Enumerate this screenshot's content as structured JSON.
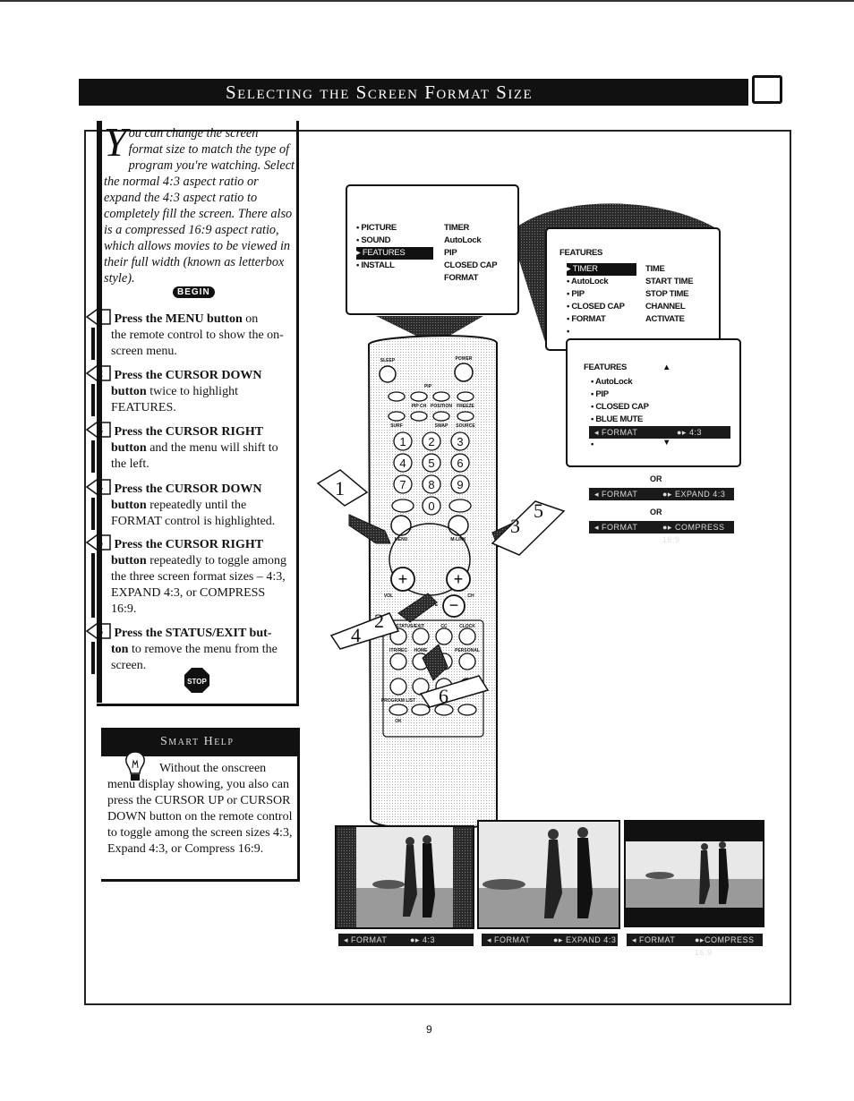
{
  "title": "Selecting the Screen Format Size",
  "intro": {
    "dropcap": "Y",
    "text": "ou can change the screen format size to match the type of program you're watching. Select the normal 4:3 aspect ratio or expand the 4:3 aspect ratio to completely fill the screen. There also is a compressed 16:9 aspect ratio, which allows movies to be viewed in their full width (known as letterbox style)."
  },
  "begin_label": "BEGIN",
  "steps": [
    {
      "num": "1",
      "head": "Press the MENU button",
      "bold_lead": "",
      "body_head_rest": " on",
      "body": "the remote control to show the on-screen menu."
    },
    {
      "num": "2",
      "head": "Press the CURSOR DOWN",
      "bold_lead": "button",
      "body_head_rest": "",
      "body": " twice to highlight FEATURES."
    },
    {
      "num": "3",
      "head": "Press the CURSOR RIGHT",
      "bold_lead": "button",
      "body_head_rest": "",
      "body": " and the menu will shift to the left."
    },
    {
      "num": "4",
      "head": "Press the CURSOR DOWN",
      "bold_lead": "button",
      "body_head_rest": "",
      "body": " repeatedly until the FORMAT control is highlighted."
    },
    {
      "num": "5",
      "head": "Press the CURSOR RIGHT",
      "bold_lead": "button",
      "body_head_rest": "",
      "body": " repeatedly to toggle among the three screen format sizes – 4:3, EXPAND 4:3, or COMPRESS 16:9."
    },
    {
      "num": "6",
      "head": "Press the STATUS/EXIT but-",
      "bold_lead": "ton",
      "body_head_rest": "",
      "body": " to remove the menu from the screen."
    }
  ],
  "stop_label": "STOP",
  "smart_help": {
    "heading": "Smart Help",
    "text": "Without the onscreen menu display showing, you also can press the CURSOR UP or CURSOR DOWN button on the remote control to toggle among the screen sizes 4:3, Expand 4:3, or Compress 16:9."
  },
  "menu1": {
    "left": [
      "PICTURE",
      "SOUND",
      "FEATURES",
      "INSTALL"
    ],
    "right": [
      "TIMER",
      "AutoLock",
      "PIP",
      "CLOSED CAP",
      "FORMAT"
    ]
  },
  "menu2": {
    "title": "FEATURES",
    "left": [
      "TIMER",
      "AutoLock",
      "PIP",
      "CLOSED CAP",
      "FORMAT"
    ],
    "right": [
      "TIME",
      "START TIME",
      "STOP TIME",
      "CHANNEL",
      "ACTIVATE"
    ]
  },
  "menu3": {
    "title": "FEATURES",
    "items": [
      "AutoLock",
      "PIP",
      "CLOSED CAP",
      "BLUE MUTE"
    ],
    "format_label": "FORMAT",
    "format_value": "4:3"
  },
  "or_label": "OR",
  "format_bars": [
    {
      "label": "FORMAT",
      "value": "EXPAND 4:3"
    },
    {
      "label": "FORMAT",
      "value": "COMPRESS 16:9"
    }
  ],
  "screen_bars": [
    {
      "label": "FORMAT",
      "value": "4:3"
    },
    {
      "label": "FORMAT",
      "value": "EXPAND 4:3"
    },
    {
      "label": "FORMAT",
      "value": "COMPRESS 16:9"
    }
  ],
  "remote": {
    "top_labels": [
      "SLEEP",
      "POWER",
      "PIP",
      "PIP CH",
      "POSITION",
      "FREEZE",
      "SWAP",
      "SOURCE",
      "SURF"
    ],
    "digits": [
      "1",
      "2",
      "3",
      "4",
      "5",
      "6",
      "7",
      "8",
      "9",
      "0"
    ],
    "side_labels": [
      "MENU",
      "M-LINK",
      "VOL",
      "CH",
      "MUTE",
      "STATUS/EXIT",
      "CC",
      "CLOCK",
      "ITR/REC",
      "HOME",
      "PERSONAL",
      "PROGRAM LIST",
      "OK"
    ],
    "callouts": [
      "1",
      "3",
      "5",
      "4",
      "2",
      "6"
    ]
  },
  "page_number": "9"
}
